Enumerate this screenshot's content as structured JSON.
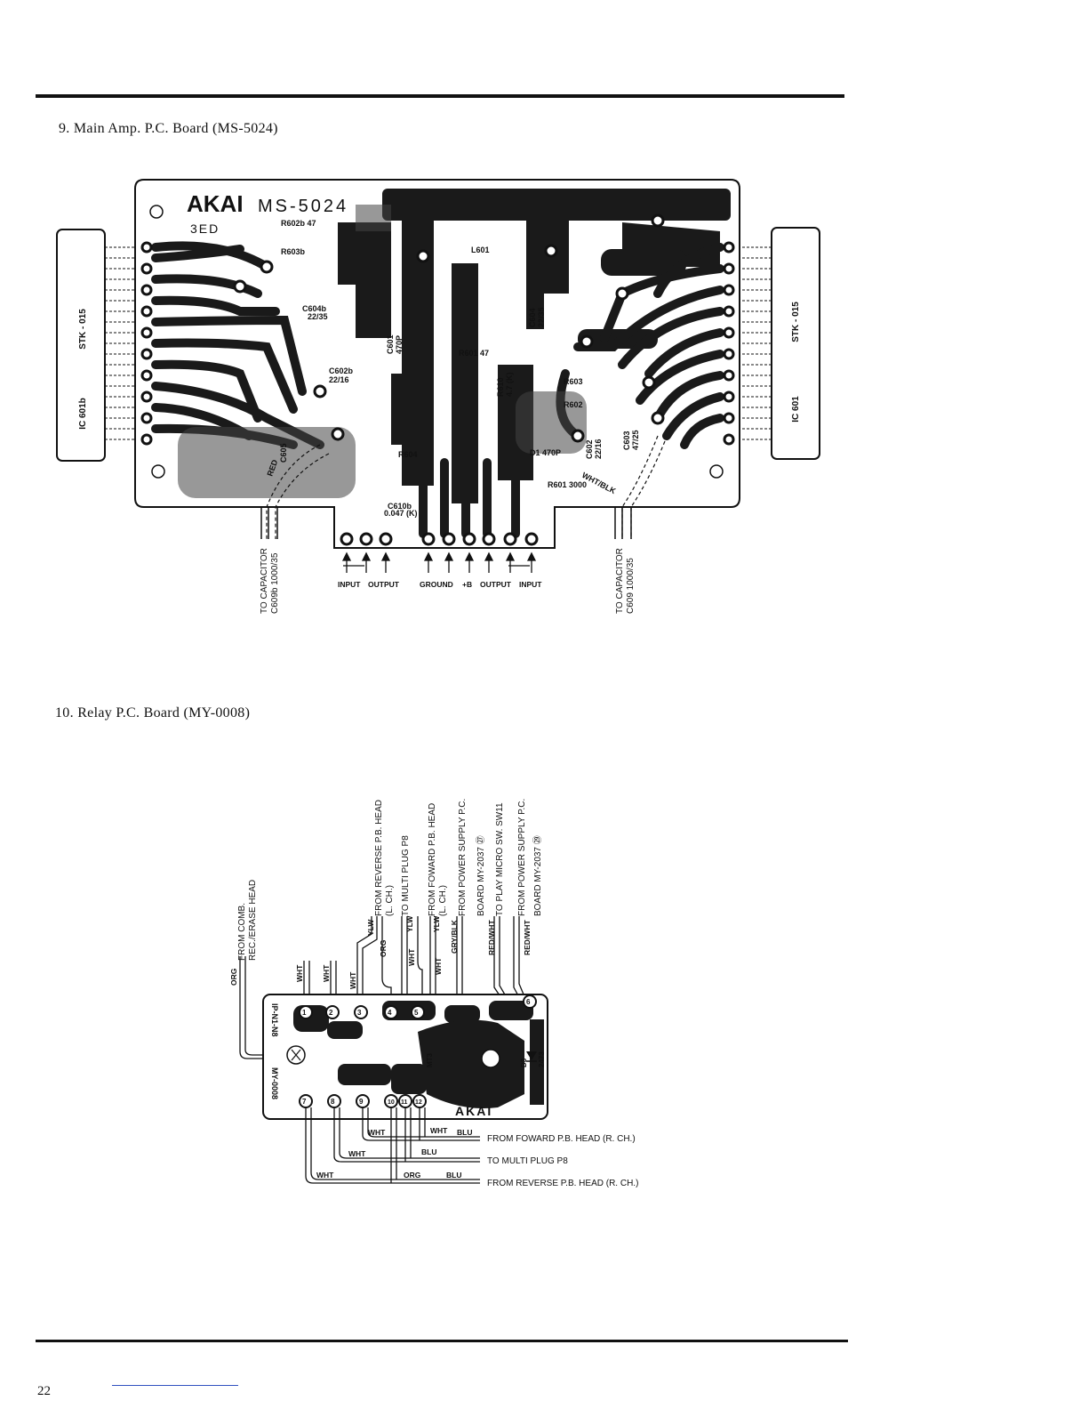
{
  "sections": [
    {
      "title": "9. Main Amp. P.C. Board (MS-5024)",
      "board": {
        "brand": "AKAI",
        "model": "MS-5024",
        "code": "3ED",
        "left_ic": [
          "STK - 015",
          "IC 601b"
        ],
        "right_ic": [
          "STK - 015",
          "IC 601"
        ],
        "left_capacitor": [
          "TO CAPACITOR",
          "C609b 1000/35"
        ],
        "right_capacitor": [
          "TO CAPACITOR",
          "C609 1000/35"
        ],
        "terminal_labels": [
          "INPUT",
          "OUTPUT",
          "GROUND",
          "+B",
          "OUTPUT",
          "INPUT"
        ],
        "component_labels": [
          "R602b 47",
          "R603b",
          "C604b",
          "22/35",
          "C602b",
          "22/16",
          "C601",
          "470P",
          "R604",
          "C610b",
          "0.047 (K)",
          "C605",
          "L601",
          "R601 47",
          "R610",
          "4.7 (K)",
          "C604",
          "22/35",
          "R603",
          "R602",
          "D1 470P",
          "C602",
          "22/16",
          "C603",
          "47/25",
          "R601 3000",
          "WHT/BLK",
          "RED"
        ]
      }
    },
    {
      "title": "10. Relay P.C. Board (MY-0008)",
      "board": {
        "brand": "AKAI",
        "model": "MY-0008",
        "part_no": "IP-N1-N8",
        "component_labels": [
          "MT3",
          "D3",
          "2473"
        ],
        "terminals": [
          "1",
          "2",
          "3",
          "4",
          "5",
          "6",
          "7",
          "8",
          "9",
          "10",
          "11",
          "12"
        ],
        "top_destinations": [
          [
            "FROM COMB.",
            "REC./ERASE HEAD"
          ],
          [
            "FROM REVERSE P.B. HEAD",
            "(L. CH.)"
          ],
          [
            "TO MULTI PLUG P8"
          ],
          [
            "FROM FOWARD P.B. HEAD",
            "(L. CH.)"
          ],
          [
            "FROM POWER SUPPLY P.C.",
            "BOARD MY-2037 ㉗"
          ],
          [
            "TO PLAY MICRO SW. SW11"
          ],
          [
            "FROM POWER SUPPLY P.C.",
            "BOARD MY-2037 ㉙"
          ]
        ],
        "top_wire_colors": [
          "ORG",
          "WHT",
          "WHT",
          "WHT",
          "YLW",
          "ORG",
          "YLW",
          "WHT",
          "YLW",
          "WHT",
          "GRY/BLK",
          "RED/WHT",
          "RED/WHT"
        ],
        "bottom_destinations": [
          "FROM FOWARD P.B. HEAD (R. CH.)",
          "TO MULTI PLUG P8",
          "FROM REVERSE P.B. HEAD (R. CH.)"
        ],
        "bottom_wire_colors": [
          "WHT",
          "BLU",
          "WHT",
          "WHT",
          "BLU",
          "WHT",
          "ORG",
          "BLU"
        ]
      }
    }
  ],
  "page_number": "22"
}
